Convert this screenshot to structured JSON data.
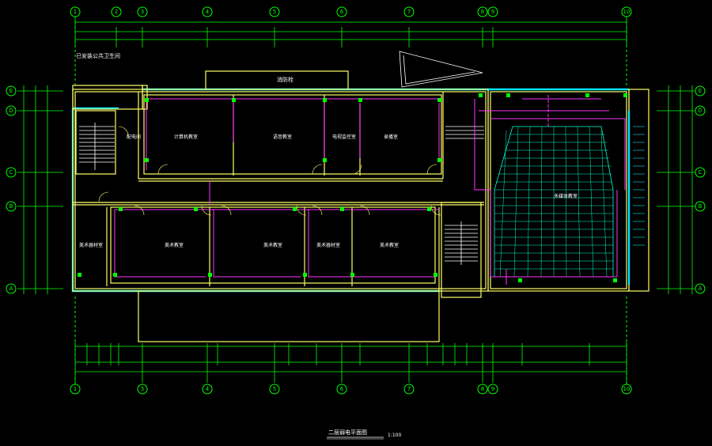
{
  "drawing": {
    "title": "二层弱电平面图",
    "scale": "1:100",
    "room_labels": [
      "已安装公共卫生间",
      "消防栓",
      "配电间",
      "计算机教室",
      "语音教室",
      "电视监控室",
      "录播室",
      "多媒体教室",
      "美术教室",
      "美术器材室"
    ],
    "bubble_labels_h": [
      "1",
      "2",
      "3",
      "4",
      "5",
      "6",
      "7",
      "8",
      "9",
      "10"
    ],
    "bubble_labels_v": [
      "A",
      "B",
      "C",
      "D",
      "E"
    ]
  },
  "colors": {
    "background": "#000000",
    "grid": "#00ff00",
    "wall": "#ffff66",
    "outer_wall": "#00e5ff",
    "cable": "#ff33ff",
    "text": "#ffffff"
  }
}
